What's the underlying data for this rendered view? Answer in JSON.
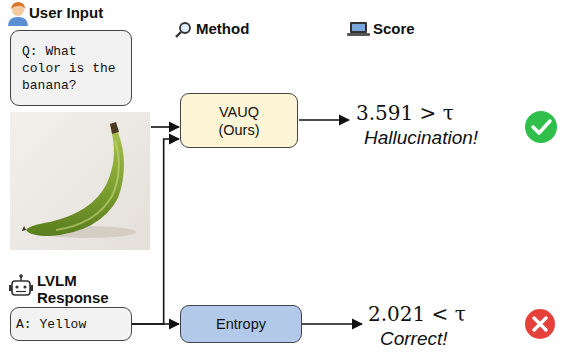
{
  "diagram": {
    "nodes": [
      {
        "text": [
          "User Input",
          "Q: What color is the banana?"
        ]
      },
      {
        "text": [
          "LVLM Response",
          "A: Yellow"
        ]
      },
      {
        "text": [
          "VAUQ (Ours)"
        ]
      },
      {
        "text": [
          "Entropy"
        ]
      }
    ],
    "edges": [
      {
        "from": 1,
        "to": 2,
        "arrow": "to"
      },
      {
        "from": 1,
        "to": 3,
        "arrow": "to"
      }
    ],
    "labels": [
      "Method",
      "Score",
      "3.591 > τ",
      "Hallucination!",
      "2.021 < τ",
      "Correct!"
    ]
  }
}
